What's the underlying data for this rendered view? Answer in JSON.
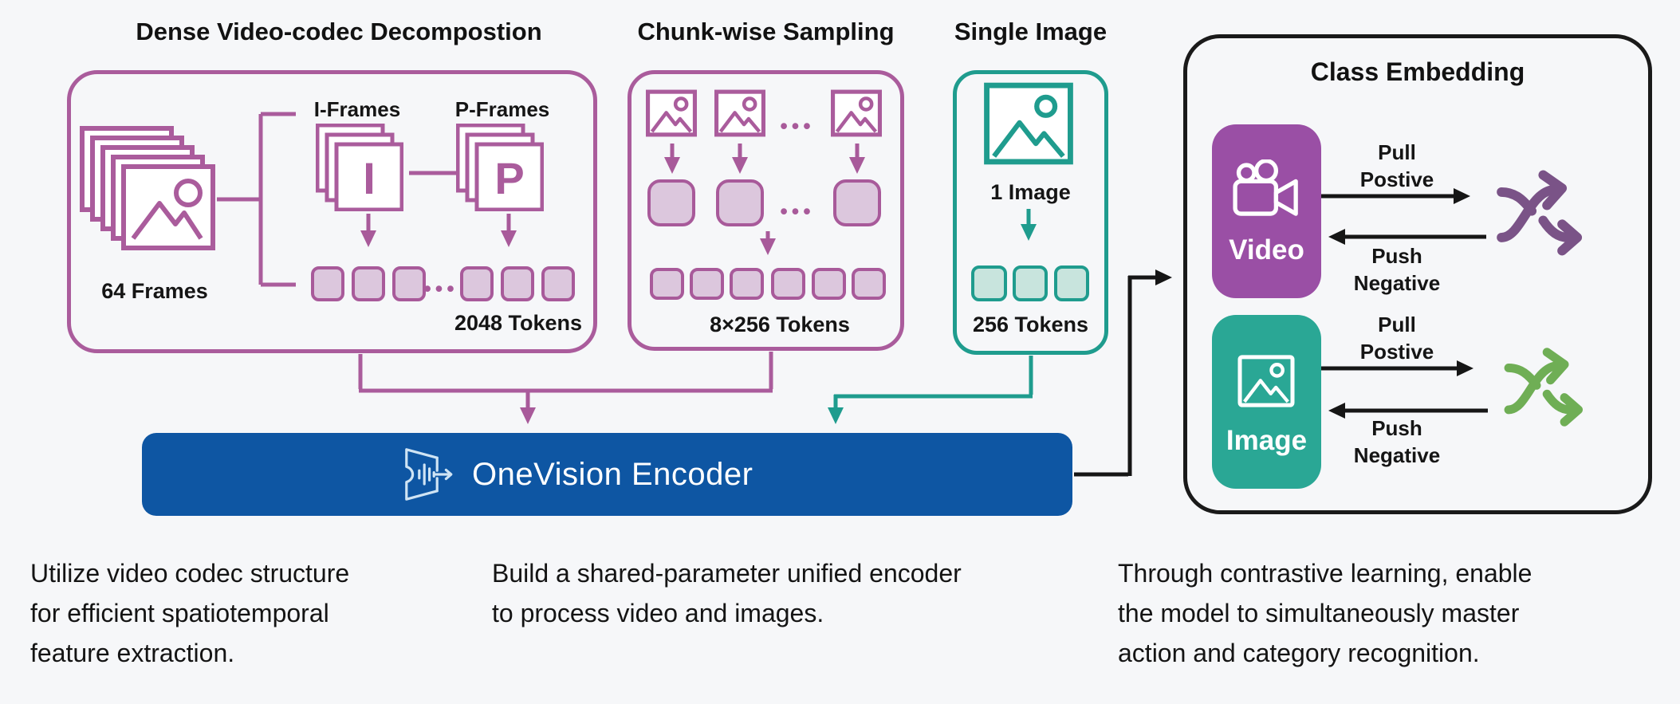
{
  "dense": {
    "title": "Dense Video-codec Decompostion",
    "frames_label": "64 Frames",
    "iframes_label": "I-Frames",
    "pframes_label": "P-Frames",
    "i_letter": "I",
    "p_letter": "P",
    "dots": "•••",
    "tokens_label": "2048 Tokens"
  },
  "chunk": {
    "title": "Chunk-wise Sampling",
    "dots_frames": "•••",
    "dots_tokens": "•••",
    "tokens_label": "8×256 Tokens"
  },
  "single": {
    "title": "Single Image",
    "image_label": "1 Image",
    "tokens_label": "256 Tokens"
  },
  "cls": {
    "title": "Class Embedding",
    "video_label": "Video",
    "image_label": "Image",
    "video_pull": [
      "Pull",
      "Postive"
    ],
    "video_push": [
      "Push",
      "Negative"
    ],
    "image_pull": [
      "Pull",
      "Postive"
    ],
    "image_push": [
      "Push",
      "Negative"
    ]
  },
  "encoder": {
    "label": "OneVision Encoder"
  },
  "captions": {
    "codec": [
      "Utilize video codec structure",
      "for efficient spatiotemporal",
      "feature extraction."
    ],
    "unified": [
      "Build a shared-parameter unified encoder",
      "to process video and images."
    ],
    "contrastive": [
      "Through contrastive learning, enable",
      "the model to simultaneously master",
      "action and category recognition."
    ]
  },
  "colors": {
    "background": "#f6f7f9",
    "purple_stroke": "#aa5c9c",
    "purple_token_fill": "#dcc7dd",
    "teal_stroke": "#1f9c8e",
    "teal_token_fill": "#c8e4dd",
    "encoder_blue": "#0e56a3",
    "video_block_purple": "#9a4fa5",
    "image_block_teal": "#2aa795",
    "shuffle_purple": "#7a5387",
    "shuffle_green": "#6fae55",
    "arrow_black": "#161616"
  },
  "icons": {
    "frames_stack": "video-frames-stack-icon",
    "iframe_stack": "i-frames-stack-icon",
    "pframe_stack": "p-frames-stack-icon",
    "image": "image-icon",
    "video_camera": "video-camera-icon",
    "shuffle": "shuffle-arrows-icon",
    "encoder": "encoder-funnel-icon"
  }
}
